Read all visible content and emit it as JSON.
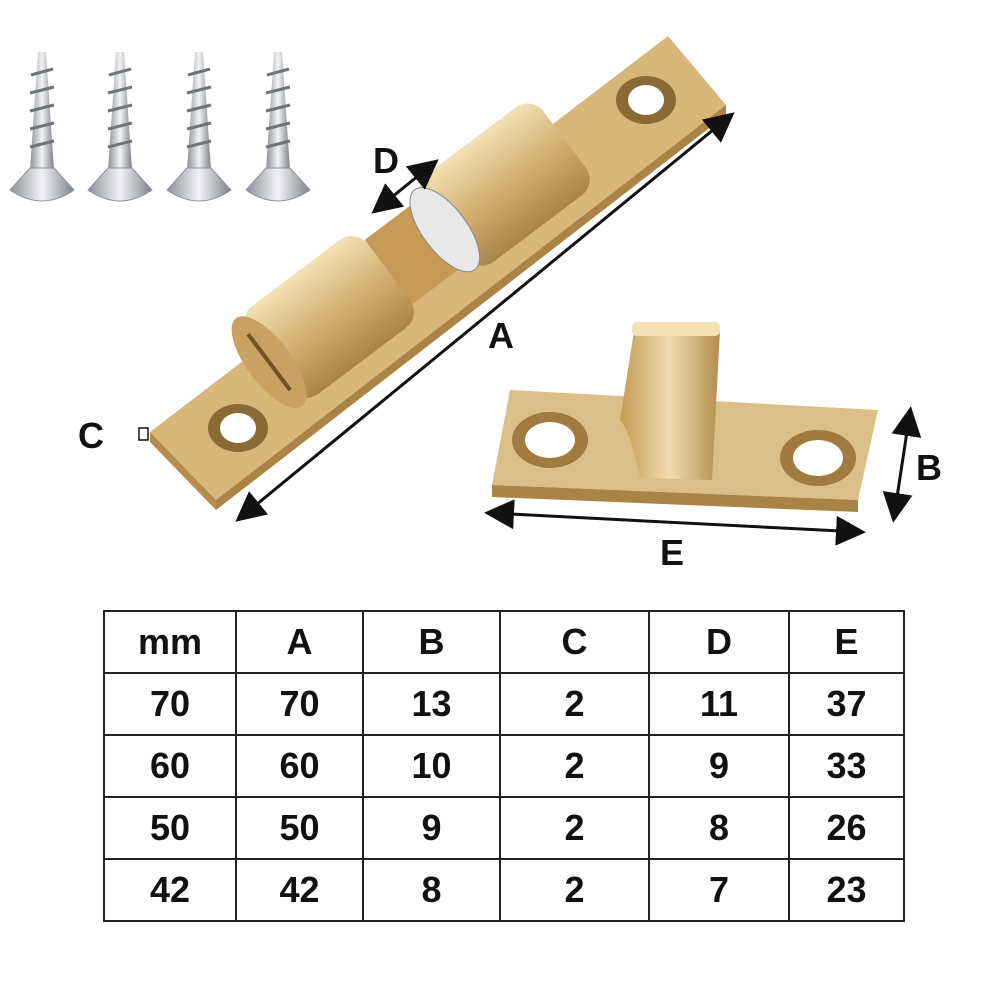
{
  "labels": {
    "A": "A",
    "B": "B",
    "C": "C",
    "D": "D",
    "E": "E"
  },
  "colors": {
    "brass": "#d4b072",
    "brass_light": "#f3e1b5",
    "brass_dark": "#a98446",
    "steel": "#c9ccd0"
  },
  "table": {
    "headers": [
      "mm",
      "A",
      "B",
      "C",
      "D",
      "E"
    ],
    "rows": [
      [
        "70",
        "70",
        "13",
        "2",
        "11",
        "37"
      ],
      [
        "60",
        "60",
        "10",
        "2",
        "9",
        "33"
      ],
      [
        "50",
        "50",
        "9",
        "2",
        "8",
        "26"
      ],
      [
        "42",
        "42",
        "8",
        "2",
        "7",
        "23"
      ]
    ]
  }
}
